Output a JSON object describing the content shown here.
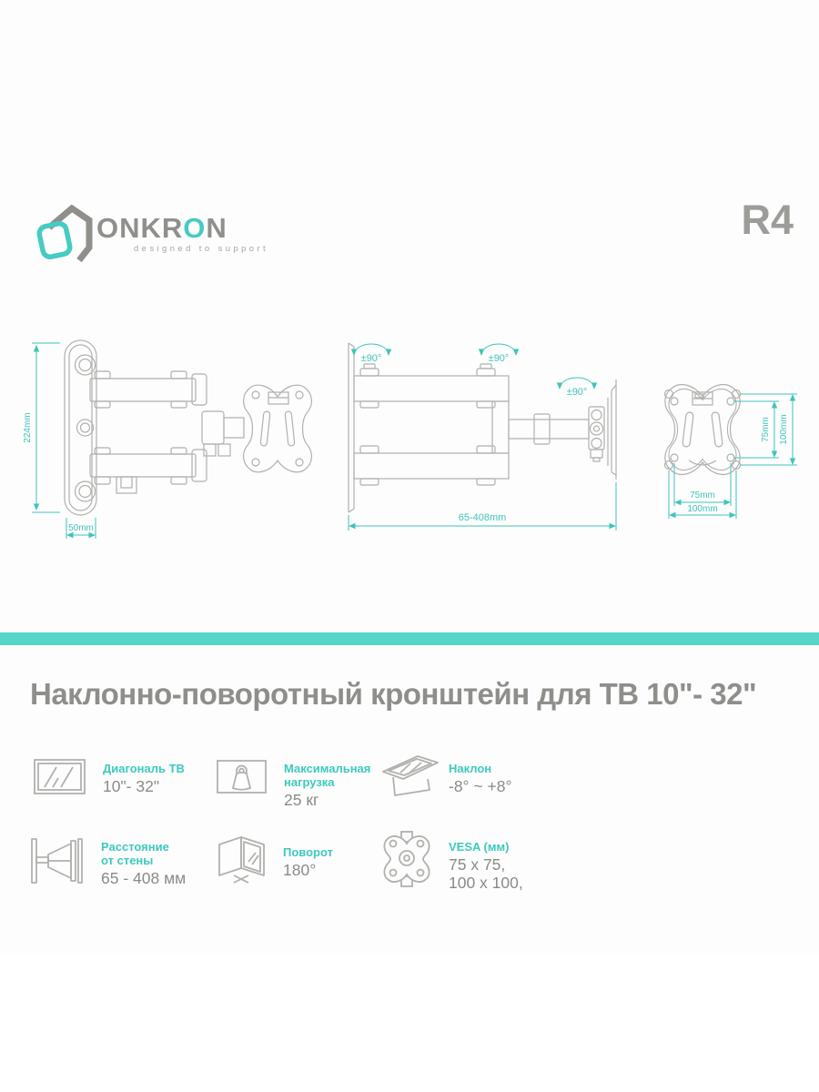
{
  "header": {
    "brand_pre": "ONKR",
    "brand_accent": "O",
    "brand_post": "N",
    "tagline": "designed to support",
    "model": "R4"
  },
  "colors": {
    "accent_teal": "#3fc4ba",
    "band_teal": "#58d5c9",
    "title_gray": "#8e8e8b",
    "line_gray": "#b0b0ad"
  },
  "diagrams": {
    "side_view": {
      "height_dim": "224mm",
      "base_width_dim": "50mm"
    },
    "top_view": {
      "swivel_dim": "±90°",
      "extension_dim": "65-408mm"
    },
    "vesa_view": {
      "inner_vertical_dim": "75mm",
      "outer_vertical_dim": "100mm",
      "inner_horizontal_dim": "75mm",
      "outer_horizontal_dim": "100mm"
    }
  },
  "title": "Наклонно-поворотный кронштейн для ТВ 10\"- 32\"",
  "features": {
    "items": [
      {
        "label_lines": [
          "Диагональ ТВ",
          ""
        ],
        "value_lines": [
          "10\"- 32\"",
          ""
        ]
      },
      {
        "label_lines": [
          "Максимальная",
          "нагрузка"
        ],
        "value_lines": [
          "25 кг",
          ""
        ]
      },
      {
        "label_lines": [
          "Наклон",
          ""
        ],
        "value_lines": [
          "-8° ~ +8°",
          ""
        ]
      },
      {
        "label_lines": [
          "Расстояние",
          "от стены"
        ],
        "value_lines": [
          "65 - 408 мм",
          ""
        ]
      },
      {
        "label_lines": [
          "Поворот",
          ""
        ],
        "value_lines": [
          "180°",
          ""
        ]
      },
      {
        "label_lines": [
          "VESA (мм)",
          ""
        ],
        "value_lines": [
          "75 x 75,",
          "100 x 100,"
        ]
      }
    ]
  }
}
